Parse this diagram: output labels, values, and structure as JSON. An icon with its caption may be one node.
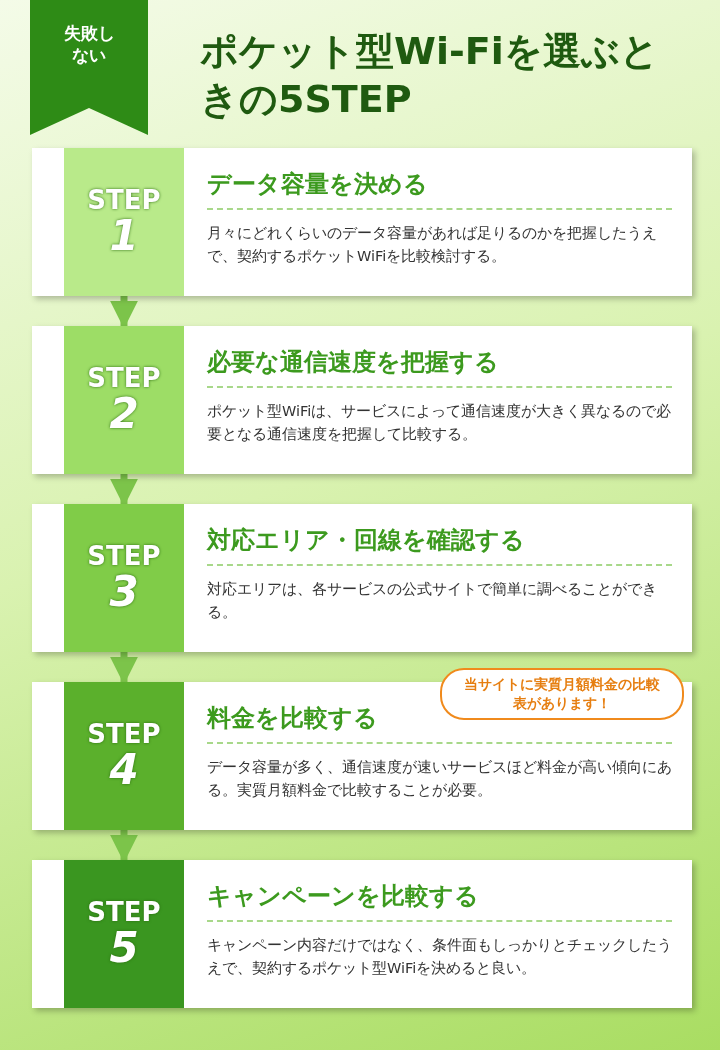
{
  "diagram": {
    "title": "ポケット型Wi-Fiを選ぶときの5STEP",
    "nodes": [
      {
        "text": [
          "失敗しない"
        ]
      },
      {
        "text": [
          "データ容量を決める",
          "月々にどれくらいのデータ容量があれば足りるのかを把握したうえで、契約するポケットWiFiを比較検討する。"
        ]
      },
      {
        "text": [
          "STEP",
          "1"
        ],
        "in": 1
      },
      {
        "text": [
          "必要な通信速度を把握する",
          "ポケット型WiFiは、サービスによって通信速度が大きく異なるので必要となる通信速度を把握して比較する。"
        ]
      },
      {
        "text": [
          "STEP",
          "2"
        ],
        "in": 3
      },
      {
        "text": [
          "対応エリア・回線を確認する",
          "対応エリアは、各サービスの公式サイトで簡単に調べることができる。"
        ]
      },
      {
        "text": [
          "STEP",
          "3"
        ],
        "in": 5
      },
      {
        "text": [
          "料金を比較する",
          "データ容量が多く、通信速度が速いサービスほど料金が高い傾向にある。実質月額料金で比較することが必要。"
        ]
      },
      {
        "text": [
          "STEP",
          "4"
        ],
        "in": 7
      },
      {
        "text": [
          "当サイトに実質月額料金の比較表があります！"
        ]
      },
      {
        "text": [
          "キャンペーンを比較する",
          "キャンペーン内容だけではなく、条件面もしっかりとチェックしたうえで、契約するポケット型WiFiを決めると良い。"
        ]
      },
      {
        "text": [
          "STEP",
          "5"
        ],
        "in": 10
      }
    ],
    "edges": [
      {
        "from": 2,
        "to": 4,
        "arrow": "to"
      },
      {
        "from": 4,
        "to": 6,
        "arrow": "to"
      },
      {
        "from": 6,
        "to": 8,
        "arrow": "to"
      },
      {
        "from": 8,
        "to": 11,
        "arrow": "to"
      }
    ]
  }
}
